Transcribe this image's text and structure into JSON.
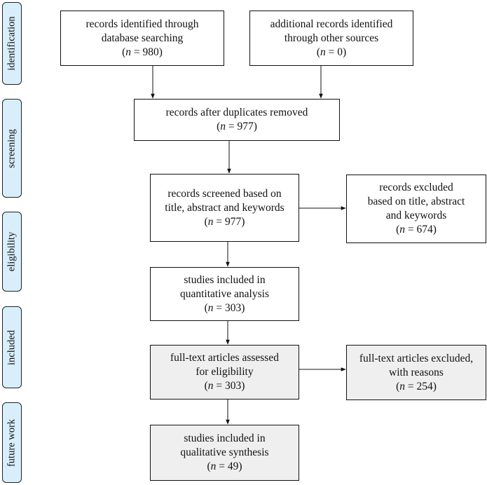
{
  "phases": [
    {
      "label": "identification"
    },
    {
      "label": "screening"
    },
    {
      "label": "eligibility"
    },
    {
      "label": "included"
    },
    {
      "label": "future work"
    }
  ],
  "boxes": {
    "database": {
      "lines": [
        "records identified through",
        "database searching"
      ],
      "n_prefix": "n",
      "n_value": " = 980"
    },
    "other": {
      "lines": [
        "additional records identified",
        "through other sources"
      ],
      "n_prefix": "n",
      "n_value": " = 0"
    },
    "duplicates": {
      "lines": [
        "records after duplicates removed"
      ],
      "n_prefix": "n",
      "n_value": " = 977"
    },
    "screened": {
      "lines": [
        "records screened based on",
        "title, abstract and keywords"
      ],
      "n_prefix": "n",
      "n_value": " = 977"
    },
    "excluded_screen": {
      "lines": [
        "records excluded",
        "based on title, abstract",
        "and keywords"
      ],
      "n_prefix": "n",
      "n_value": " = 674"
    },
    "quantitative": {
      "lines": [
        "studies included in",
        "quantitative analysis"
      ],
      "n_prefix": "n",
      "n_value": " = 303"
    },
    "fulltext": {
      "lines": [
        "full-text articles assessed",
        "for eligibility"
      ],
      "n_prefix": "n",
      "n_value": " = 303"
    },
    "excluded_fulltext": {
      "lines": [
        "full-text articles excluded,",
        "with reasons"
      ],
      "n_prefix": "n",
      "n_value": " = 254"
    },
    "qualitative": {
      "lines": [
        "studies included in",
        "qualitative synthesis"
      ],
      "n_prefix": "n",
      "n_value": " = 49"
    }
  },
  "colors": {
    "phase_fill": "#d8eefb",
    "box_grey": "#efefef",
    "box_white": "#ffffff",
    "line": "#111111"
  }
}
